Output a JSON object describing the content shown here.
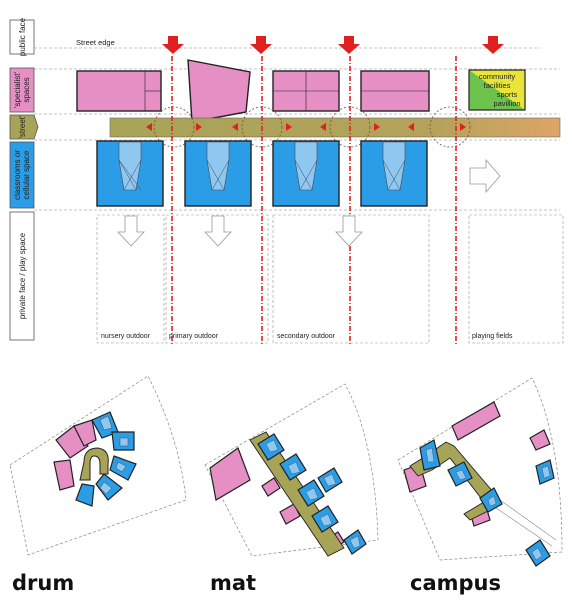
{
  "side_labels": {
    "public_face": "public face",
    "specialist_spaces_1": "'specialist'",
    "specialist_spaces_2": "spaces",
    "street": "'street'",
    "classrooms_1": "classrooms or",
    "classrooms_2": "cellular space",
    "private_face": "private face / play space"
  },
  "street_edge": "Street edge",
  "community_facilities": [
    "community",
    "facilities"
  ],
  "sports_pavillion": [
    "sports",
    "pavillion"
  ],
  "outdoor_zones": {
    "nursery": "nursery outdoor",
    "primary": "primary outdoor",
    "secondary": "secondary outdoor",
    "playing": "playing fields"
  },
  "layouts": {
    "drum": "drum",
    "mat": "mat",
    "campus": "campus"
  },
  "colors": {
    "pink": "#e58fc4",
    "blue": "#2b9de6",
    "olive": "#a7a458",
    "street_fade": "#d9a86a",
    "arrow_red": "#e02020",
    "community_green": "#6cc24a",
    "community_yellow": "#e8e43a"
  }
}
